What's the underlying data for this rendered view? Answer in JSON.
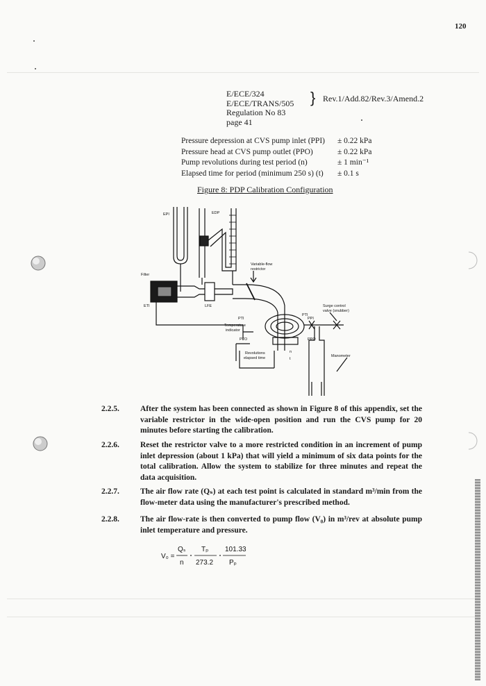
{
  "page_number": "120",
  "header": {
    "line1": "E/ECE/324",
    "line2": "E/ECE/TRANS/505",
    "line3": "Regulation No 83",
    "line4": "page 41",
    "revision": "Rev.1/Add.82/Rev.3/Amend.2"
  },
  "tolerances": [
    {
      "label": "Pressure depression at CVS pump inlet (PPI)",
      "value": "± 0.22 kPa"
    },
    {
      "label": "Pressure head at CVS pump outlet (PPO)",
      "value": "± 0.22 kPa"
    },
    {
      "label": "Pump revolutions during test period (n)",
      "value": "± 1 min⁻¹"
    },
    {
      "label": "Elapsed time for period (minimum 250 s) (t)",
      "value": "± 0.1 s"
    }
  ],
  "figure": {
    "caption": "Figure 8: PDP Calibration Configuration",
    "labels": {
      "epi": "EPI",
      "edp": "EDP",
      "filter": "Filter",
      "variable_flow": "Variable-flow",
      "restrictor": "restrictor",
      "eti": "ETI",
      "lfe": "LFE",
      "pti_left": "PTI",
      "temp": "Temperature",
      "indicator": "indicator",
      "pto": "PTO",
      "pti_right": "PTI",
      "ppi": "PPI",
      "ppo": "PPO",
      "surge": "Surge control",
      "valve": "valve (snubber)",
      "revs": "Revolutions",
      "elapsed": "elapsed time",
      "n": "n",
      "t": "t",
      "manometer": "Manometer"
    }
  },
  "paragraphs": [
    {
      "num": "2.2.5.",
      "text": "After the system has been connected as shown in Figure 8 of this appendix, set the variable restrictor in the wide-open position and run the CVS pump for 20 minutes before starting the calibration."
    },
    {
      "num": "2.2.6.",
      "text": "Reset the restrictor valve to a more restricted condition in an increment of pump inlet depression (about 1 kPa) that will yield a minimum of six data points for the total calibration. Allow the system to stabilize for three minutes and repeat the data acquisition."
    },
    {
      "num": "2.2.7.",
      "text": "The air flow rate (Qₛ) at each test point is calculated in standard m³/min from the flow-meter data using the manufacturer's prescribed method."
    },
    {
      "num": "2.2.8.",
      "text": "The air flow-rate is then converted to pump flow (V₀) in m³/rev at absolute pump inlet temperature and pressure."
    }
  ],
  "formula": {
    "lhs": "V₀ =",
    "f1_num": "Qₛ",
    "f1_den": "n",
    "f2_num": "Tₚ",
    "f2_den": "273.2",
    "f3_num": "101.33",
    "f3_den": "Pₚ"
  }
}
